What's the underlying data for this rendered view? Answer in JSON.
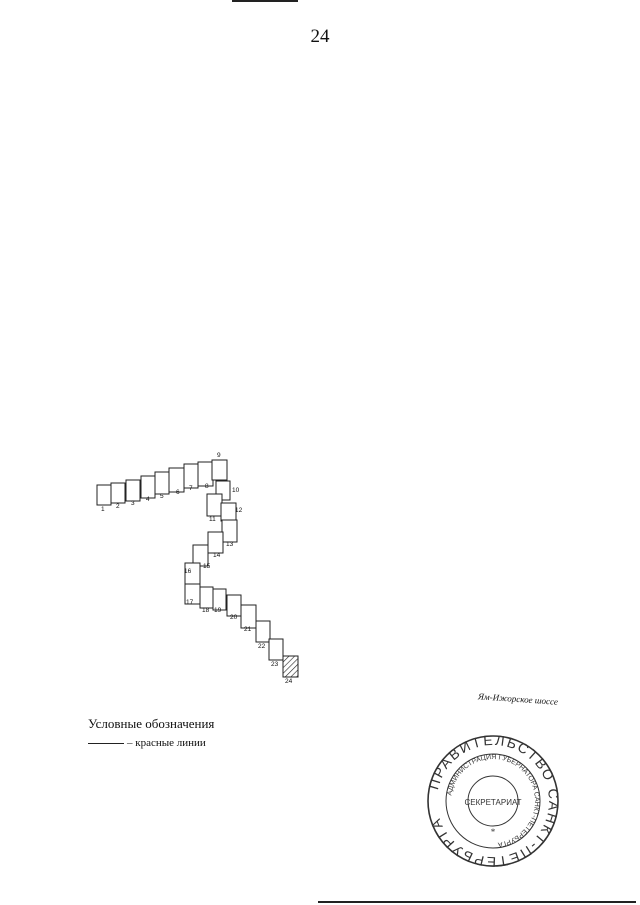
{
  "page": {
    "number": "24"
  },
  "plan": {
    "road_label": "Ям-Ижорское шоссе",
    "plots": [
      {
        "label": "1"
      },
      {
        "label": "2"
      },
      {
        "label": "3"
      },
      {
        "label": "4"
      },
      {
        "label": "5"
      },
      {
        "label": "6"
      },
      {
        "label": "7"
      },
      {
        "label": "8"
      },
      {
        "label": "9"
      },
      {
        "label": "10"
      },
      {
        "label": "11"
      },
      {
        "label": "12"
      },
      {
        "label": "13"
      },
      {
        "label": "14"
      },
      {
        "label": "15"
      },
      {
        "label": "16"
      },
      {
        "label": "17"
      },
      {
        "label": "18"
      },
      {
        "label": "19"
      },
      {
        "label": "20"
      },
      {
        "label": "21"
      },
      {
        "label": "22"
      },
      {
        "label": "23"
      },
      {
        "label": "24",
        "hatched": true
      }
    ]
  },
  "legend": {
    "title": "Условные обозначения",
    "items": [
      {
        "label": "– красные линии"
      }
    ]
  },
  "seal": {
    "outer_text": "ПРАВИТЕЛЬСТВО САНКТ-ПЕТЕРБУРГА",
    "inner_text": "АДМИНИСТРАЦИЯ ГУБЕРНАТОРА САНКТ-ПЕТЕРБУРГА",
    "center_text": "СЕКРЕТАРИАТ"
  }
}
